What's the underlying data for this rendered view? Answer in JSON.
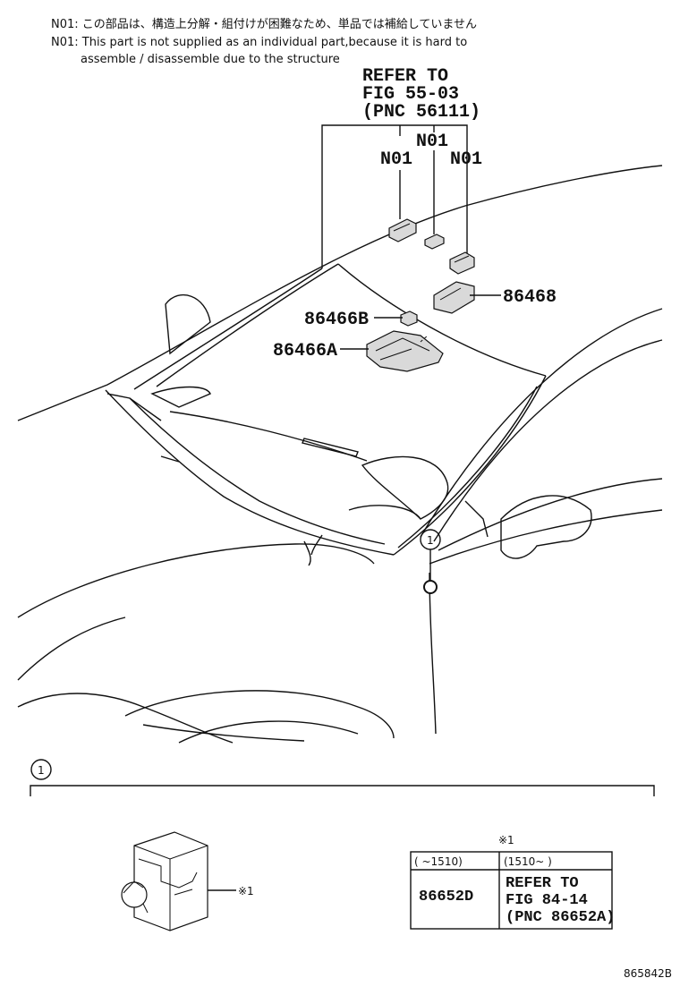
{
  "notes": {
    "jp": "N01: この部品は、構造上分解・組付けが困難なため、単品では補給していません",
    "en_line1": "N01: This part is not supplied as an individual part,because it is hard to",
    "en_line2": "assemble / disassemble due to the structure"
  },
  "refer": {
    "line1": "REFER TO",
    "line2": "FIG 55-03",
    "line3": "(PNC 56111)"
  },
  "n01_labels": [
    "N01",
    "N01",
    "N01"
  ],
  "parts": {
    "p86468": "86468",
    "p86466B": "86466B",
    "p86466A": "86466A"
  },
  "callout": {
    "number": "1",
    "detail_number": "1",
    "marker": "※1"
  },
  "table": {
    "marker": "※1",
    "col1_header": "(    ~1510)",
    "col2_header": "(1510~     )",
    "col1_value": "86652D",
    "col2_line1": "REFER TO",
    "col2_line2": "FIG 84-14",
    "col2_line3": "(PNC 86652A)"
  },
  "figure_code": "865842B"
}
